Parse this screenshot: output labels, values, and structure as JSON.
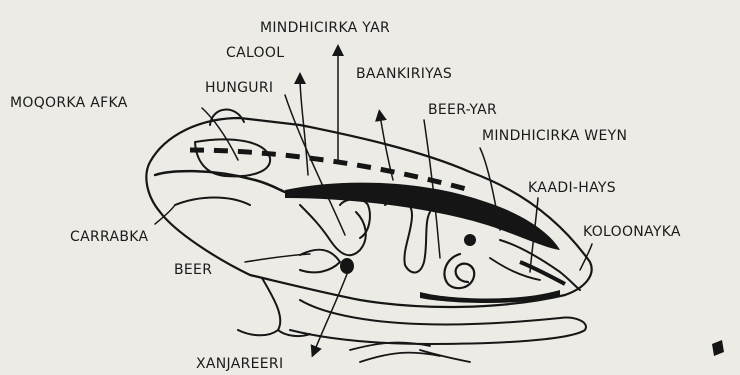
{
  "diagram": {
    "labels": {
      "mindhicirka_yar": "MINDHICIRKA YAR",
      "calool": "CALOOL",
      "hunguri": "HUNGURI",
      "baankiriyas": "BAANKIRIYAS",
      "moqorka_afka": "MOQORKA AFKA",
      "beer_yar": "BEER-YAR",
      "mindhicirka_weyn": "MINDHICIRKA WEYN",
      "kaadi_hays": "KAADI-HAYS",
      "carrabka": "CARRABKA",
      "koloonayka": "KOLOONAYKA",
      "beer": "BEER",
      "xanjareeri": "XANJAREERI"
    },
    "colors": {
      "ink": "#161616",
      "paper": "#ecebe6"
    }
  }
}
